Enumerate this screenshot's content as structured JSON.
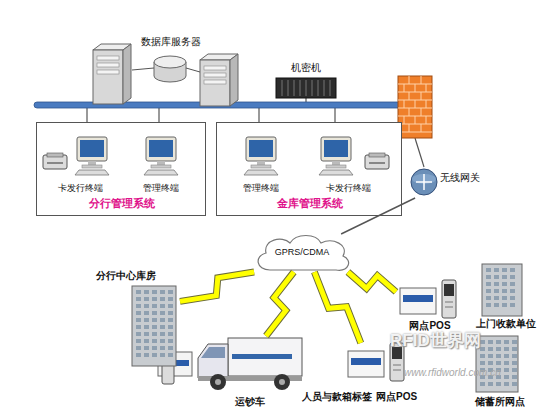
{
  "diagram": {
    "nodes": [
      {
        "text": [
          "数据库服务器"
        ]
      },
      {
        "text": [
          "机密机"
        ]
      },
      {
        "text": [
          "分行管理系统"
        ]
      },
      {
        "text": [
          "卡发行终端"
        ],
        "in": 2
      },
      {
        "text": [
          "管理终端"
        ],
        "in": 2
      },
      {
        "text": [
          "金库管理系统"
        ]
      },
      {
        "text": [
          "管理终端"
        ],
        "in": 5
      },
      {
        "text": [
          "卡发行终端"
        ],
        "in": 5
      },
      {
        "text": [
          "无线网关"
        ]
      },
      {
        "text": [
          "GPRS/CDMA"
        ]
      },
      {
        "text": [
          "分行中心库房"
        ]
      },
      {
        "text": [
          "网点POS"
        ]
      },
      {
        "text": [
          "上门收款单位"
        ]
      },
      {
        "text": [
          "运钞车"
        ]
      },
      {
        "text": [
          "网点POS"
        ]
      },
      {
        "text": [
          "储蓄所网点"
        ]
      }
    ],
    "edges": [
      {
        "from": 8,
        "to": 9,
        "arrow": "none"
      },
      {
        "from": 9,
        "to": 10,
        "arrow": "none"
      },
      {
        "from": 9,
        "to": 13,
        "arrow": "none"
      },
      {
        "from": 9,
        "to": 11,
        "arrow": "none"
      },
      {
        "from": 9,
        "to": 14,
        "arrow": "none"
      }
    ],
    "labels": [
      "人员与款箱标签",
      "RFID世界网",
      "www.rfidworld.com.cn"
    ]
  }
}
